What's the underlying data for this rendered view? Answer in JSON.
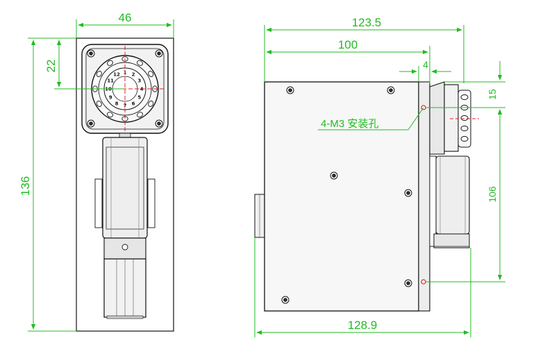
{
  "front_view": {
    "width_dim": "46",
    "height_dim": "136",
    "offset_dim": "22"
  },
  "side_view": {
    "overall_dim": "123.5",
    "body_dim": "100",
    "gap_dim": "4",
    "top_offset_dim": "15",
    "hole_spacing_dim": "106",
    "bottom_dim": "128.9",
    "hole_note": "4-M3 安装孔"
  },
  "colors": {
    "dimension": "#22bb22",
    "outline": "#111111",
    "center_mark": "#dd2222"
  },
  "dial_numbers": [
    "1",
    "2",
    "3",
    "4",
    "5",
    "6",
    "7",
    "8",
    "9",
    "10",
    "11",
    "12"
  ]
}
